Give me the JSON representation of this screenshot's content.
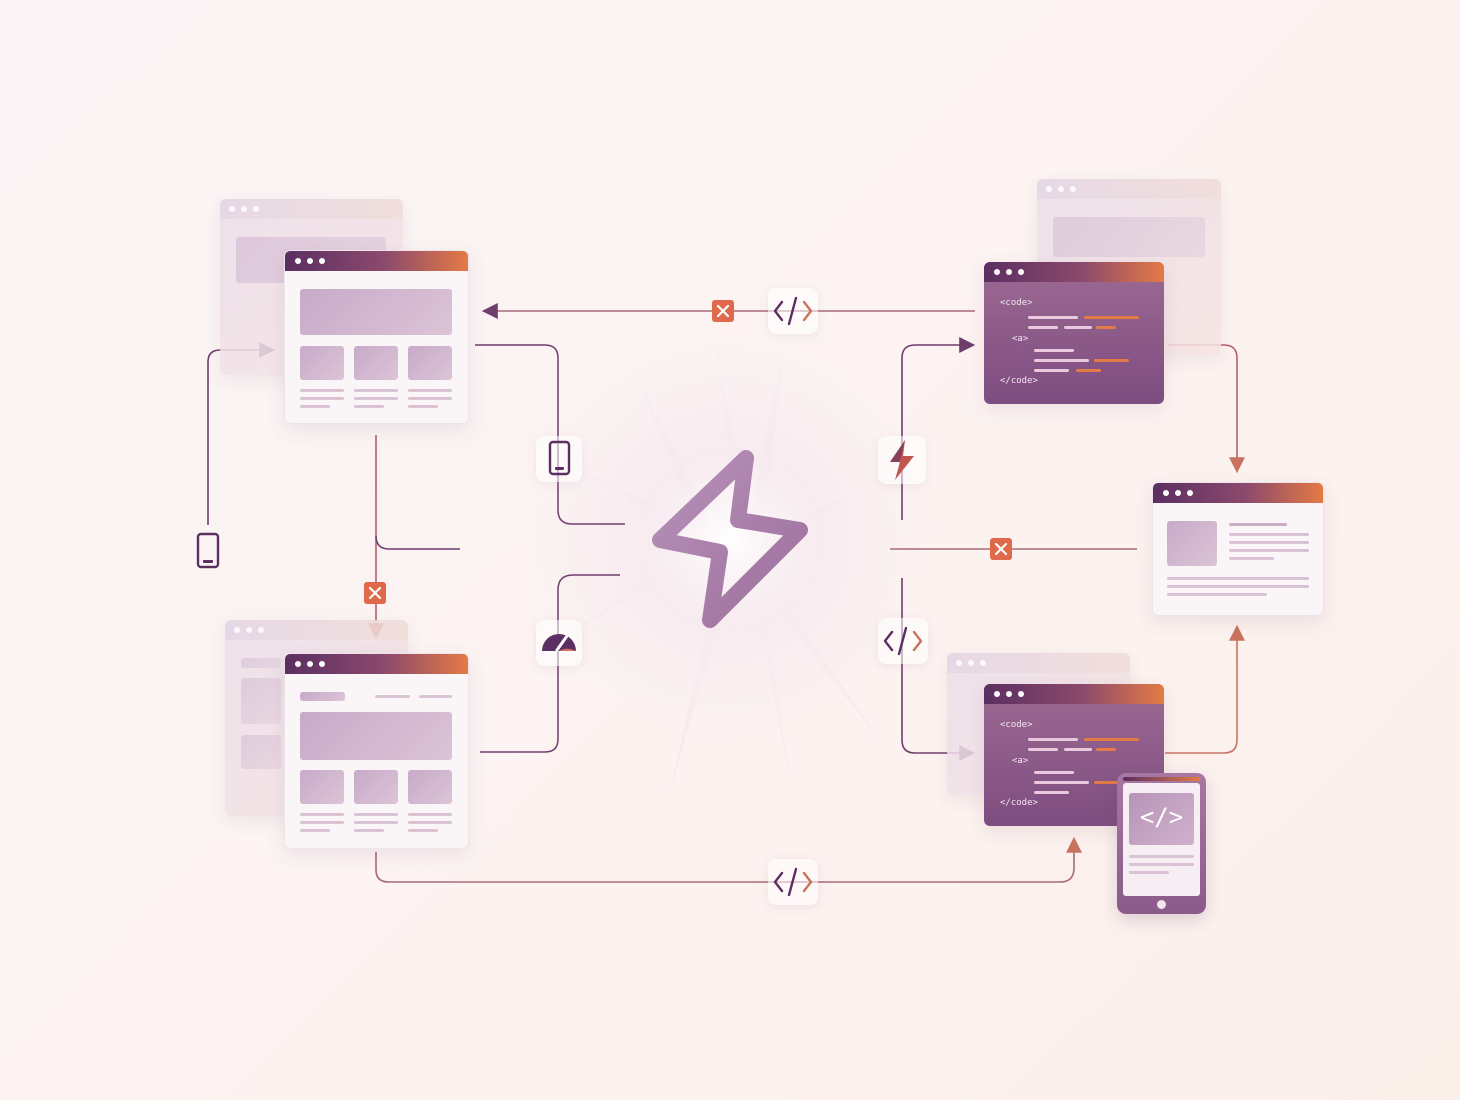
{
  "colors": {
    "purple": "#5b2f62",
    "orange": "#e47a45",
    "mauve": "#8c4a6c",
    "x_badge": "#e0694b",
    "background": "#faf4f6"
  },
  "icons": [
    "lightning-icon",
    "phone-icon",
    "code-icon",
    "close-icon",
    "speedometer-icon"
  ],
  "code_windows": {
    "top": {
      "open_tag": "<code>",
      "inner_tag": "<a>",
      "close_tag": "</code>"
    },
    "bottom": {
      "open_tag": "<code>",
      "inner_tag": "<a>",
      "close_tag": "</code>"
    }
  },
  "code_badge_glyph": "</>"
}
